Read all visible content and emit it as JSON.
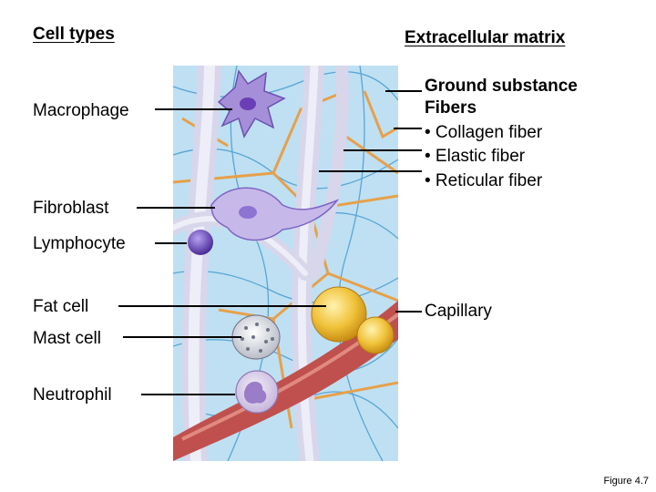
{
  "headings": {
    "left": "Cell types",
    "right": "Extracellular matrix"
  },
  "cell_types": [
    "Macrophage",
    "Fibroblast",
    "Lymphocyte",
    "Fat cell",
    "Mast cell",
    "Neutrophil"
  ],
  "matrix": {
    "ground_substance": "Ground substance",
    "fibers": "Fibers",
    "collagen": "• Collagen fiber",
    "elastic": "• Elastic fiber",
    "reticular": "• Reticular fiber",
    "capillary": "Capillary"
  },
  "caption": "Figure 4.7",
  "colors": {
    "background_tissue": "#bfe0f2",
    "collagen_fiber": "#e2e1f0",
    "reticular_fiber": "#e7a04a",
    "elastic_fiber": "#3f97cf",
    "fat_cell": "#f0c23a",
    "capillary": "#c0504d",
    "macrophage": "#a58fd8"
  }
}
